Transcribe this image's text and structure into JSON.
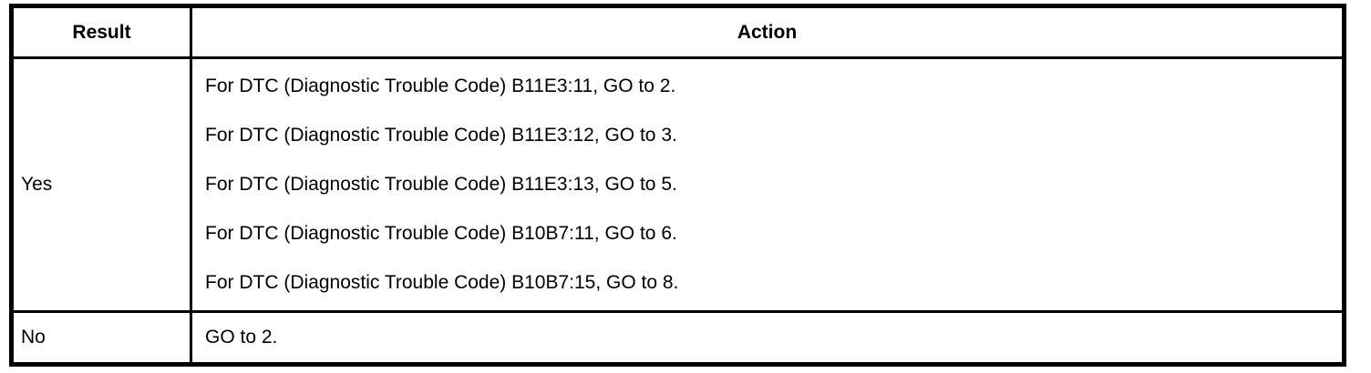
{
  "document": {
    "table": {
      "header": {
        "result": "Result",
        "action": "Action"
      },
      "rows": [
        {
          "result": "Yes",
          "actions": [
            "For DTC (Diagnostic Trouble Code) B11E3:11, GO to 2.",
            "For DTC (Diagnostic Trouble Code) B11E3:12, GO to 3.",
            "For DTC (Diagnostic Trouble Code) B11E3:13, GO to 5.",
            "For DTC (Diagnostic Trouble Code) B10B7:11, GO to 6.",
            "For DTC (Diagnostic Trouble Code) B10B7:15, GO to 8."
          ]
        },
        {
          "result": "No",
          "actions": [
            "GO to 2."
          ]
        }
      ]
    },
    "colors": {
      "border": "#000000",
      "text": "#000000",
      "background": "#ffffff"
    }
  }
}
